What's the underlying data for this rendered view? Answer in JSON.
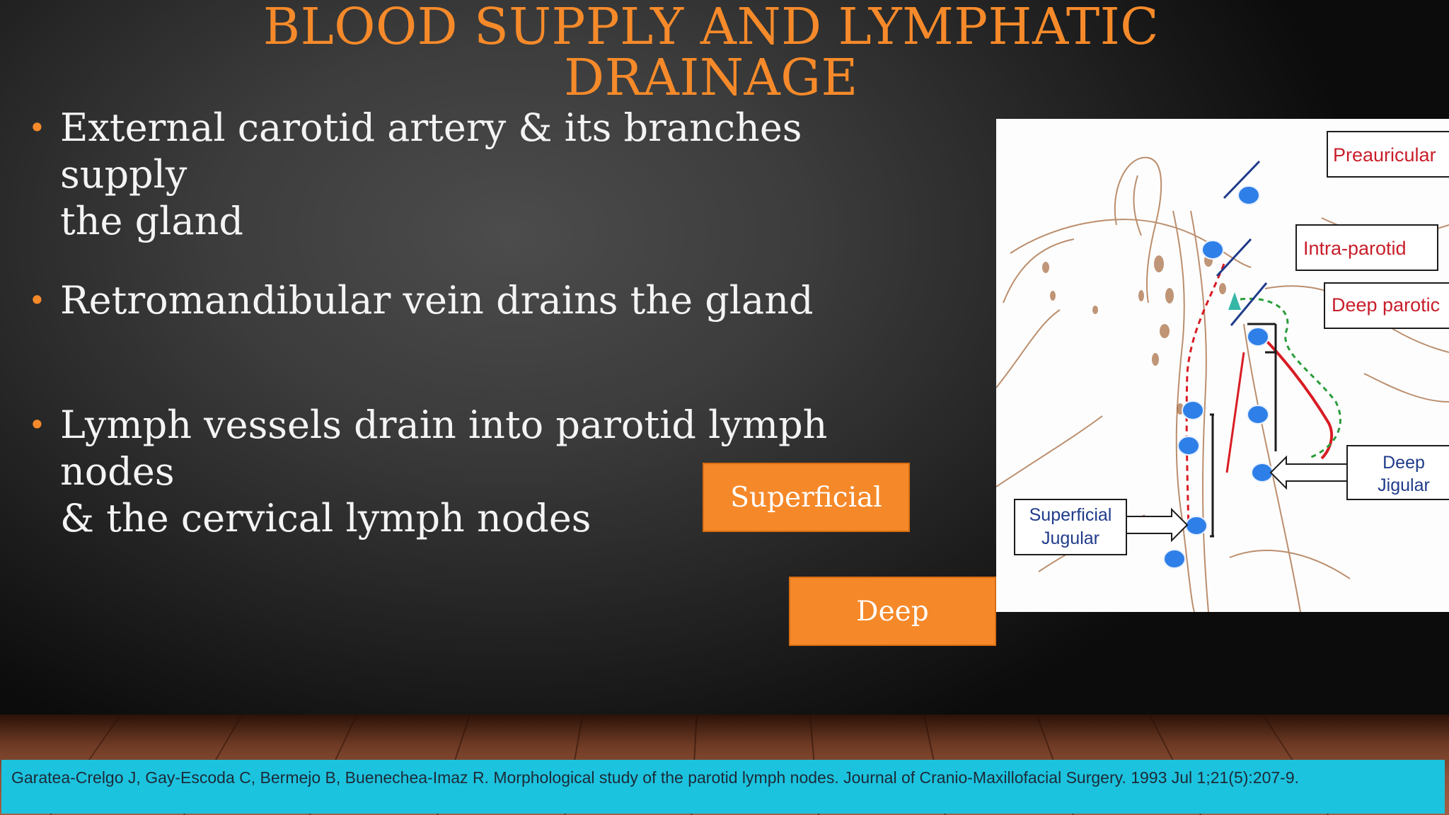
{
  "slide": {
    "title_line1": "BLOOD SUPPLY AND LYMPHATIC",
    "title_line2": "DRAINAGE",
    "bullet_symbol": "•",
    "bullets": [
      {
        "text": "External carotid artery & its branches supply\nthe gland"
      },
      {
        "text": "Retromandibular vein drains the gland"
      },
      {
        "text": "Lymph vessels drain into parotid lymph nodes\n& the cervical lymph nodes"
      }
    ],
    "boxes": {
      "superficial": "Superficial",
      "deep": "Deep"
    }
  },
  "figure": {
    "labels": {
      "preauricular": "Preauricular",
      "intra_parotid": "Intra-parotid",
      "deep_parotid": "Deep parotic",
      "deep_jigular_1": "Deep",
      "deep_jigular_2": "Jigular",
      "superficial_jugular_1": "Superficial",
      "superficial_jugular_2": "Jugular"
    },
    "colors": {
      "node": "#2f7fe8",
      "label_text": "#c81e2a",
      "artery": "#d91c24",
      "lymph_path": "#2a9d3a",
      "tissue": "#a56a3e",
      "marker": "#35b7a8"
    }
  },
  "citation": {
    "text": "Garatea-Crelgo J, Gay-Escoda C, Bermejo B, Buenechea-Imaz R. Morphological study of the parotid lymph nodes. Journal of Cranio-Maxillofacial Surgery. 1993 Jul 1;21(5):207-9."
  },
  "theme": {
    "accent": "#f68a2a",
    "citation_bg": "#1cc3df"
  }
}
